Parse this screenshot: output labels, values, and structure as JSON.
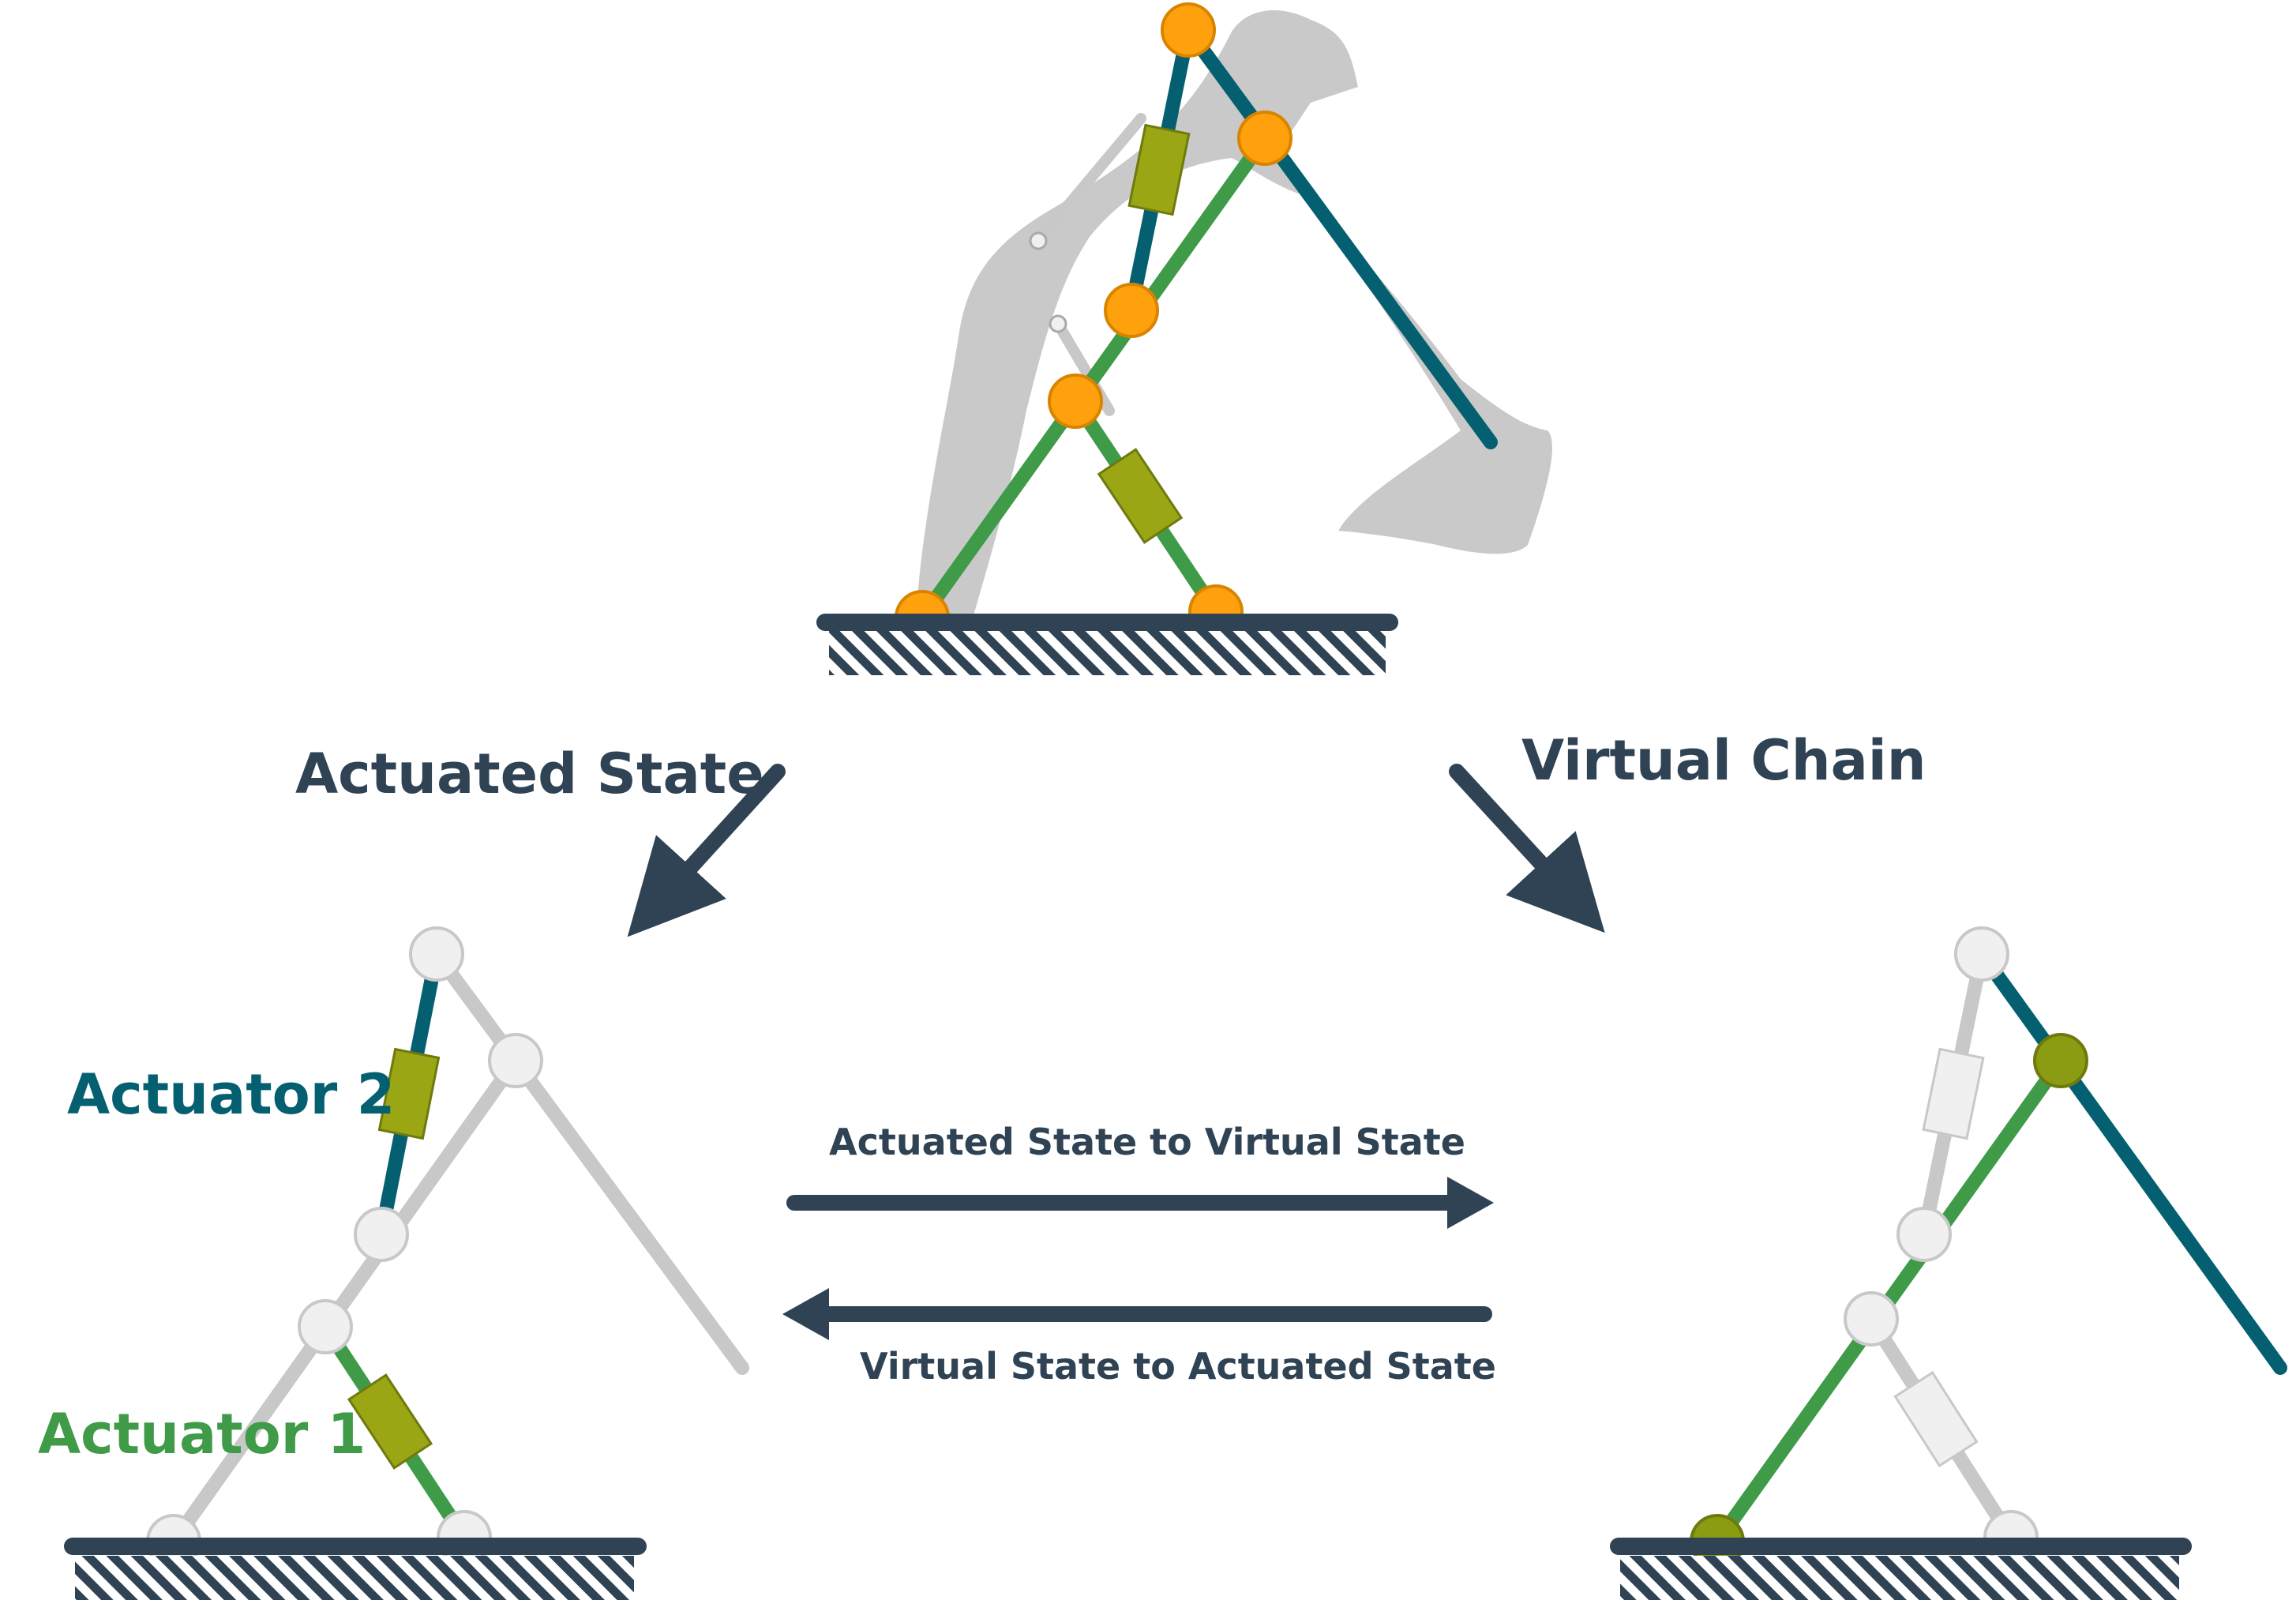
{
  "labels": {
    "actuated_state": "Actuated State",
    "virtual_chain": "Virtual Chain",
    "actuator_2": "Actuator 2",
    "actuator_1": "Actuator 1",
    "forward_map": "Actuated State to Virtual State",
    "inverse_map": "Virtual State to Actuated State"
  },
  "colors": {
    "dark_text": "#2f4354",
    "teal_link": "#046070",
    "green_link": "#3f9b48",
    "actuator_block": "#9aa613",
    "actuator_block_border": "#6e7a0e",
    "orange_joint": "#ffa10d",
    "orange_joint_border": "#d98400",
    "olive_joint": "#8c9c12",
    "gray_link": "#c8c8c8",
    "white_joint": "#f0f0f0",
    "ground": "#2f4354",
    "silhouette": "#c9c9c9"
  }
}
